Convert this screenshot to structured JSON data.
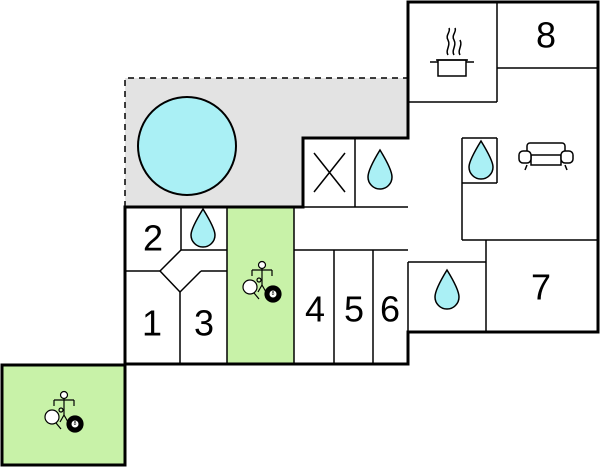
{
  "colors": {
    "wall": "#000000",
    "thin_wall": "#555555",
    "terrace": "#e3e3e3",
    "pool": "#aaf0f5",
    "game_room": "#c8f2a8",
    "water": "#aaf0f5",
    "background": "#ffffff"
  },
  "rooms": {
    "r1": "1",
    "r2": "2",
    "r3": "3",
    "r4": "4",
    "r5": "5",
    "r6": "6",
    "r7": "7",
    "r8": "8"
  },
  "icons": {
    "kitchen": "cooking-pot-icon",
    "living": "sofa-icon",
    "bathroom": "water-drop-icon",
    "toilet": "toilet-x-icon",
    "games": "table-tennis-foosball-billiards-icon"
  },
  "billiard_ball": "8"
}
